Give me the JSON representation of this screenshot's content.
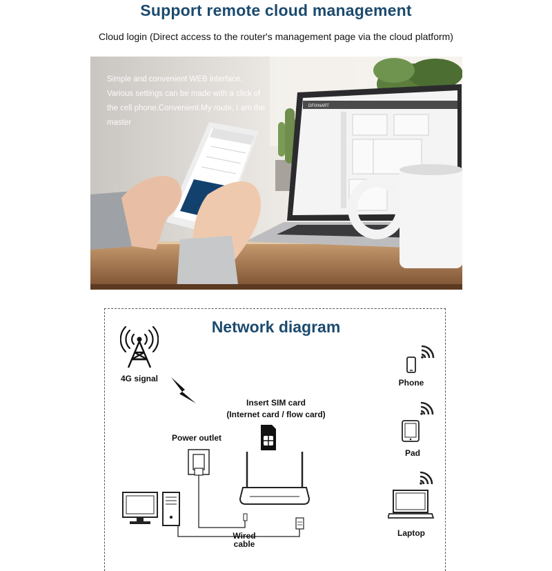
{
  "header": {
    "title": "Support remote cloud management",
    "subtitle": "Cloud login (Direct access to the router's management page via the cloud platform)"
  },
  "photo": {
    "caption": "Simple and convenient WEB interface. Various settings can be made with a click of the cell phone.Convenient.My route, I am the master",
    "laptop_brand": "DFIXNART"
  },
  "diagram": {
    "title": "Network diagram",
    "labels": {
      "signal": "4G signal",
      "sim_line1": "Insert SIM card",
      "sim_line2": "(Internet card / flow card)",
      "power": "Power outlet",
      "wired_line1": "Wired",
      "wired_line2": "cable",
      "phone": "Phone",
      "pad": "Pad",
      "laptop": "Laptop"
    }
  },
  "colors": {
    "title": "#1c4a6e",
    "text": "#111111",
    "phone_screen": "#13416e"
  }
}
